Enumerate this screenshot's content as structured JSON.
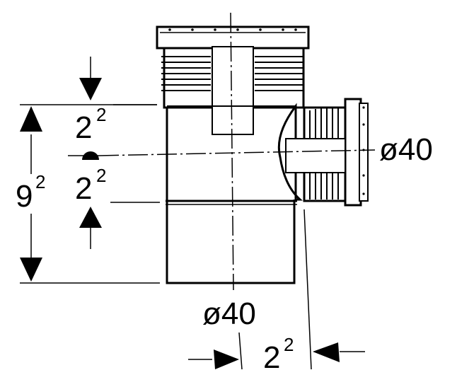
{
  "dimensions": {
    "total_height": {
      "base": "9",
      "exp": "2"
    },
    "upper_offset": {
      "base": "2",
      "exp": "2"
    },
    "lower_offset": {
      "base": "2",
      "exp": "2"
    },
    "branch_diameter": "ø40",
    "main_diameter": "ø40",
    "branch_offset": {
      "base": "2",
      "exp": "2"
    }
  }
}
